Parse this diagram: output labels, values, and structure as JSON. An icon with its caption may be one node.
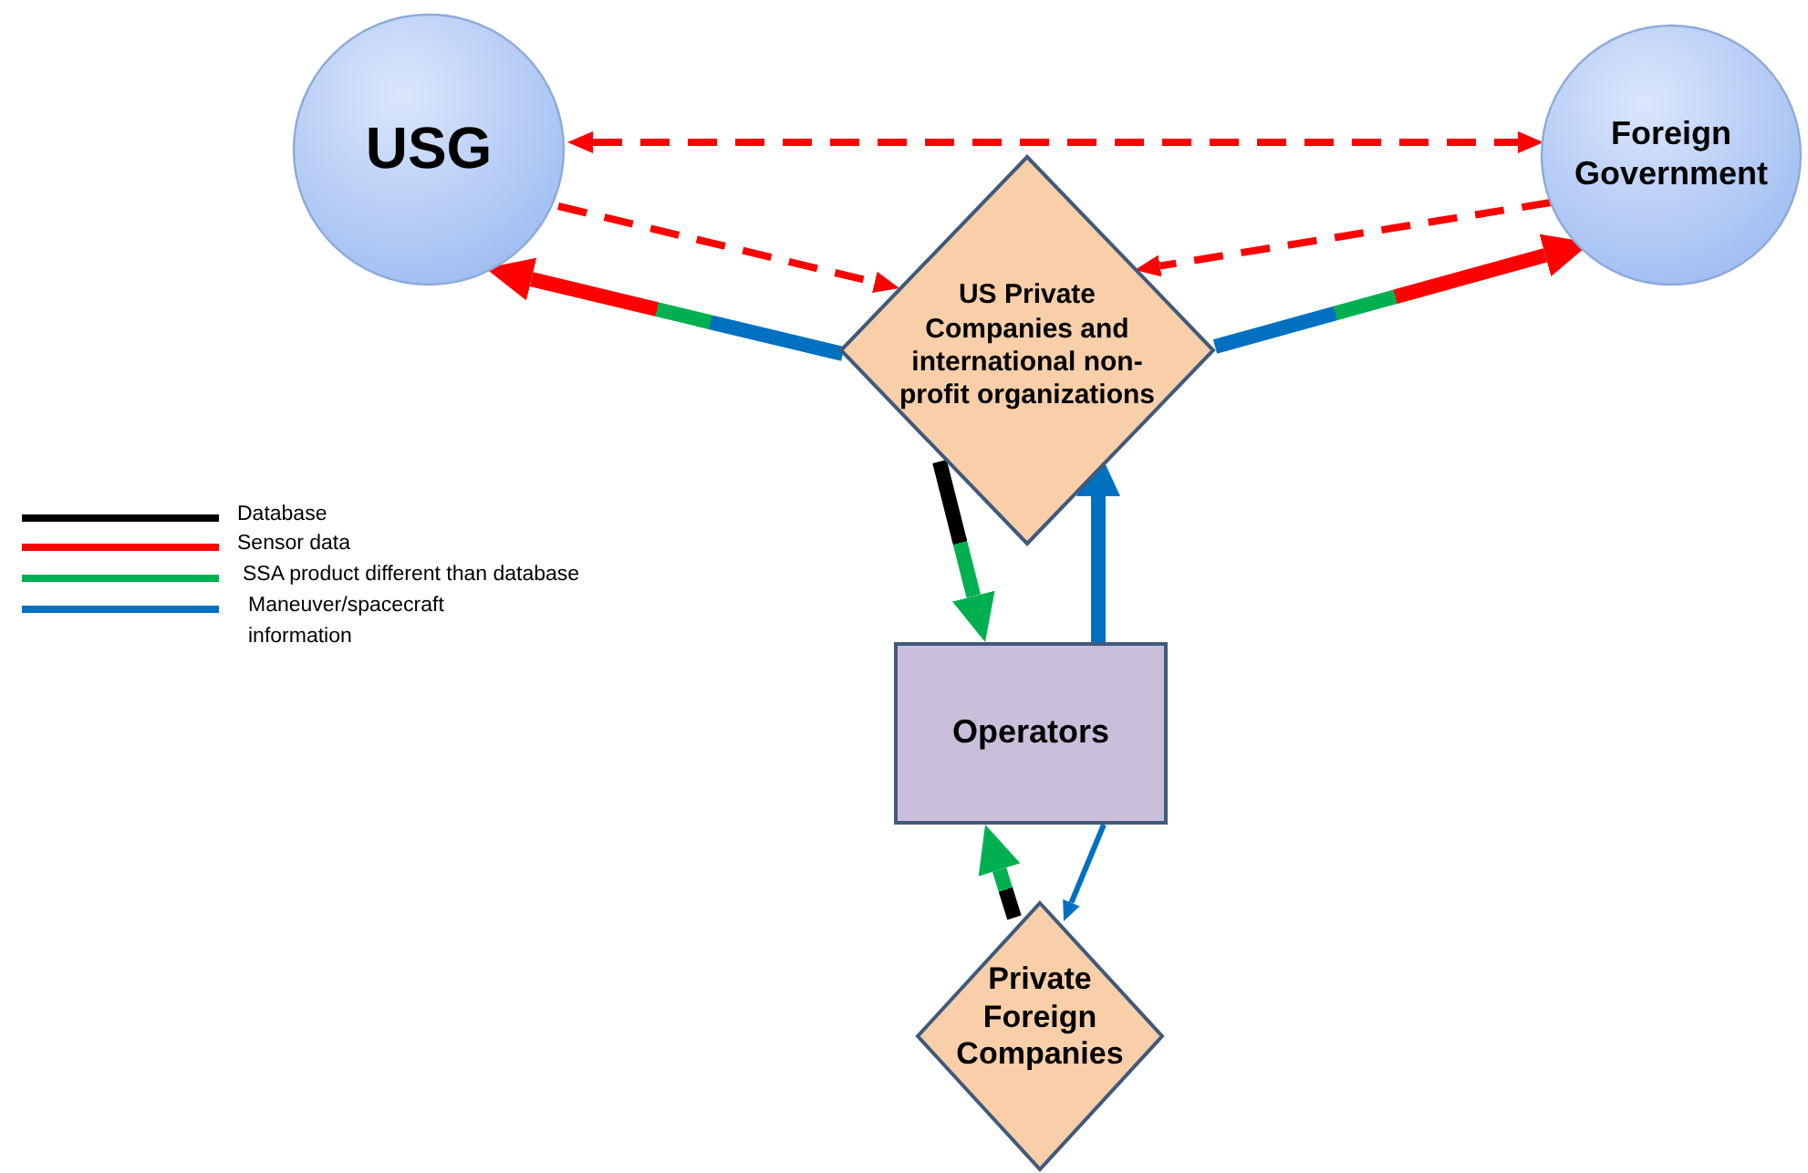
{
  "diagram": {
    "nodes": [
      {
        "text": [
          "USG"
        ]
      },
      {
        "text": [
          "Foreign Government"
        ]
      },
      {
        "text": [
          "US Private Companies and international non-profit organizations"
        ]
      },
      {
        "text": [
          "Operators"
        ]
      },
      {
        "text": [
          "Private Foreign Companies"
        ]
      }
    ],
    "edges": [
      {
        "from": 0,
        "to": 1,
        "arrow": "both",
        "style": "dashed",
        "color": "#ff0000"
      },
      {
        "from": 0,
        "to": 2,
        "arrow": "to",
        "style": "dashed",
        "color": "#ff0000"
      },
      {
        "from": 1,
        "to": 2,
        "arrow": "to",
        "style": "dashed",
        "color": "#ff0000"
      },
      {
        "from": 2,
        "to": 0,
        "arrow": "to",
        "style": "thick"
      },
      {
        "from": 2,
        "to": 1,
        "arrow": "to",
        "style": "thick"
      },
      {
        "from": 2,
        "to": 3,
        "arrow": "to",
        "style": "thick"
      },
      {
        "from": 3,
        "to": 2,
        "arrow": "to",
        "style": "thick"
      },
      {
        "from": 4,
        "to": 3,
        "arrow": "to",
        "style": "thick"
      },
      {
        "from": 3,
        "to": 4,
        "arrow": "to"
      }
    ],
    "legend": [
      {
        "text": "Database",
        "color": "#000000"
      },
      {
        "text": "Sensor data",
        "color": "#ff0000"
      },
      {
        "text": "SSA product different than database",
        "color": "#00b050"
      },
      {
        "text": "Maneuver/spacecraft information",
        "color": "#0070c0"
      }
    ]
  }
}
